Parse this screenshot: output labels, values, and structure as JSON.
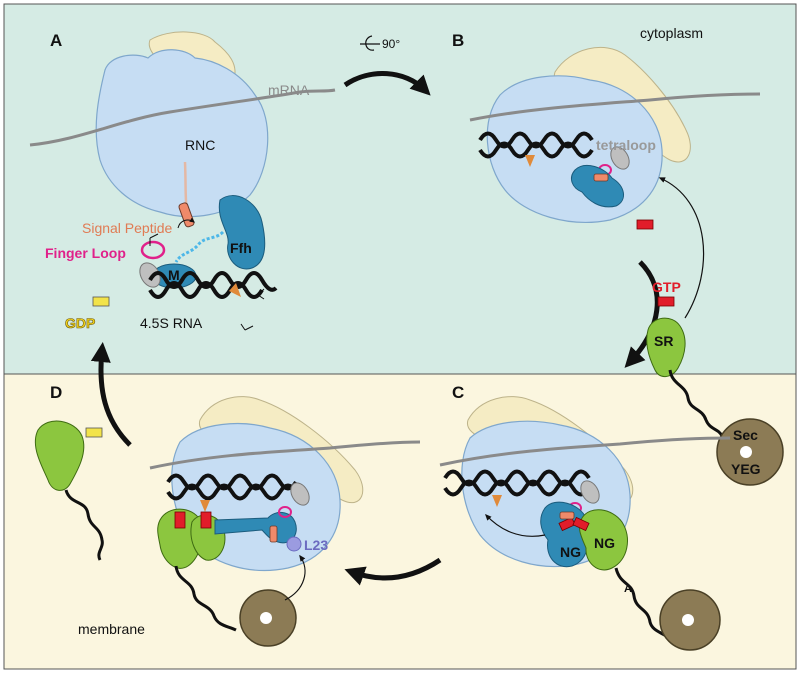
{
  "colors": {
    "cytoplasm_bg": "#d5ebe4",
    "membrane_bg": "#fbf6df",
    "ribosome": "#c6ddf3",
    "ribosome_stroke": "#7fa7cc",
    "small_subunit": "#f5ecc4",
    "ffh": "#2f8ab5",
    "sr": "#8cc63f",
    "sec": "#8c7b55",
    "gtp": "#e11d2a",
    "gdp": "#f2e34a",
    "finger_loop": "#e0218a",
    "signal_peptide": "#f08a6a",
    "l23": "#7c7ccf",
    "mrna": "#8a8a8a",
    "rna": "#111111"
  },
  "panels": {
    "a": "A",
    "b": "B",
    "c": "C",
    "d": "D"
  },
  "labels": {
    "cytoplasm": "cytoplasm",
    "membrane": "membrane",
    "rotation": "90°",
    "mrna": "mRNA",
    "rnc": "RNC",
    "signal_peptide": "Signal Peptide",
    "finger_loop": "Finger Loop",
    "ffh": "Ffh",
    "m": "M",
    "rna_45s": "4.5S RNA",
    "gdp": "GDP",
    "tetraloop": "tetraloop",
    "gtp": "GTP",
    "sr": "SR",
    "sec": "Sec",
    "yeg": "YEG",
    "ng_1": "NG",
    "ng_2": "NG",
    "a_domain": "A",
    "l23": "L23"
  }
}
